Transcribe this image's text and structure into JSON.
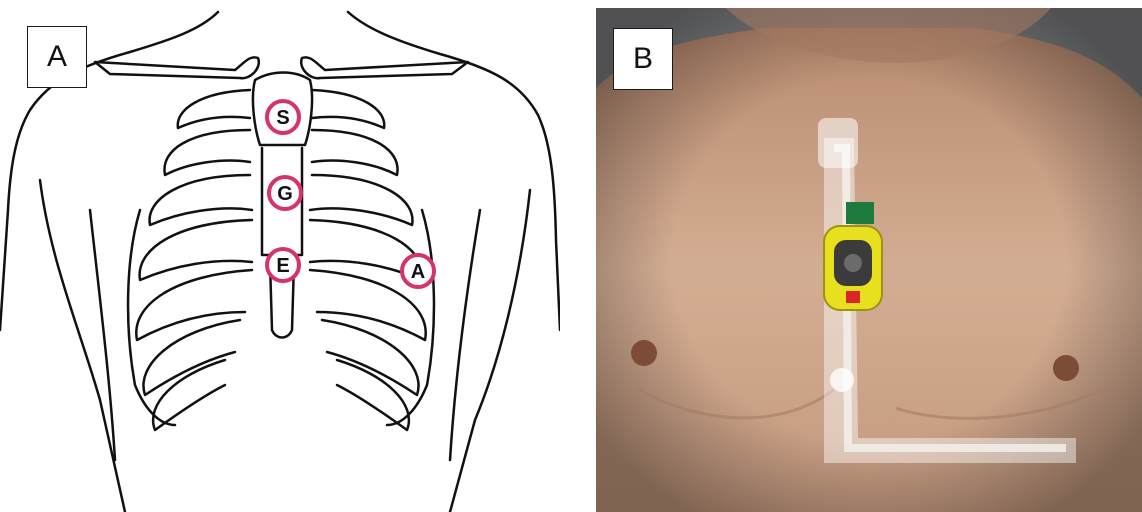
{
  "panels": [
    {
      "label": "A",
      "description_kind": "line drawing of chest and ribcage with electrode positions"
    },
    {
      "label": "B",
      "description_kind": "photo of chest with adhesive patch and yellow monitoring device"
    }
  ],
  "markers": [
    "S",
    "G",
    "E",
    "A"
  ],
  "colors": {
    "marker_ring": "#d6336c",
    "outline": "#111111",
    "skin": "#c99f86",
    "device_yellow": "#e8df1f",
    "background_gray": "#7c7d80"
  }
}
